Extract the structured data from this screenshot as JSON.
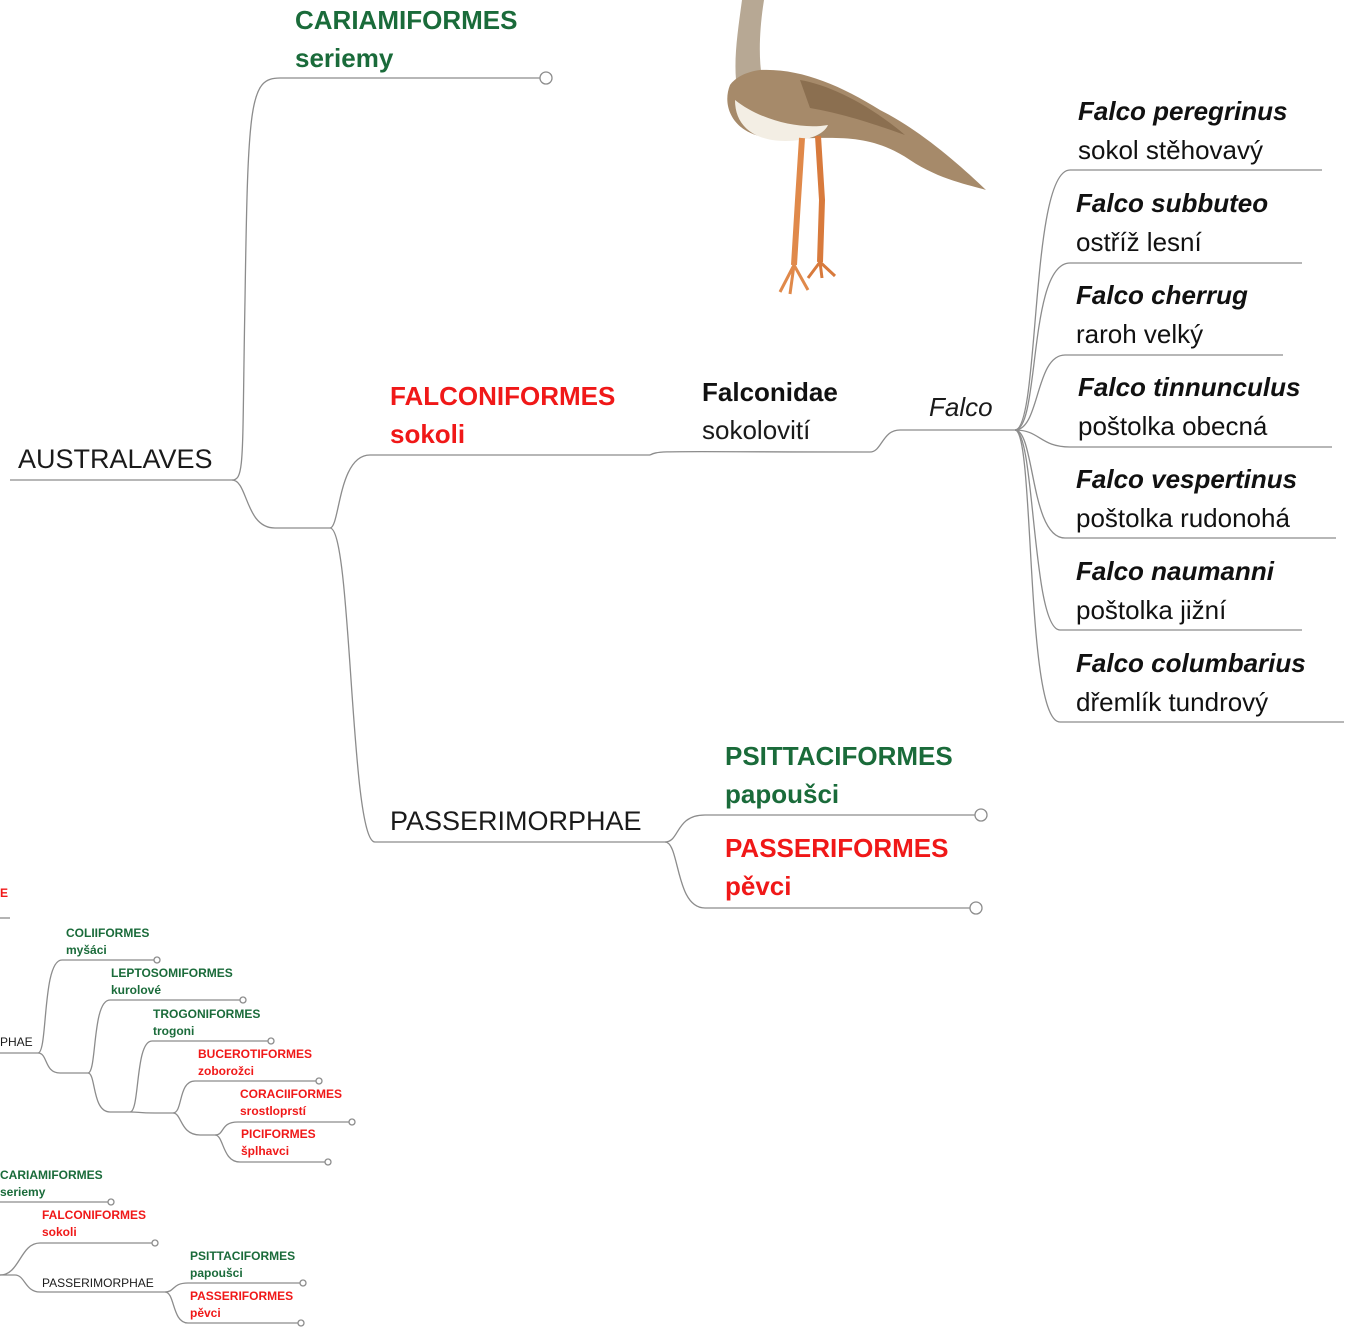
{
  "main": {
    "root": "AUSTRALAVES",
    "cariamiformes": {
      "name": "CARIAMIFORMES",
      "czech": "seriemy"
    },
    "falconiformes": {
      "name": "FALCONIFORMES",
      "czech": "sokoli"
    },
    "falconidae": {
      "name": "Falconidae",
      "czech": "sokolovití"
    },
    "falco_genus": "Falco",
    "species": [
      {
        "sci": "Falco peregrinus",
        "czech": "sokol stěhovavý"
      },
      {
        "sci": "Falco subbuteo",
        "czech": "ostříž lesní"
      },
      {
        "sci": "Falco cherrug",
        "czech": "raroh velký"
      },
      {
        "sci": "Falco tinnunculus",
        "czech": "poštolka obecná"
      },
      {
        "sci": "Falco vespertinus",
        "czech": "poštolka rudonohá"
      },
      {
        "sci": "Falco naumanni",
        "czech": "poštolka jižní"
      },
      {
        "sci": "Falco columbarius",
        "czech": "dřemlík tundrový"
      }
    ],
    "passerimorphae": "PASSERIMORPHAE",
    "psittaciformes": {
      "name": "PSITTACIFORMES",
      "czech": "papoušci"
    },
    "passeriformes": {
      "name": "PASSERIFORMES",
      "czech": "pěvci"
    }
  },
  "mini": {
    "top_cut": "E",
    "phae_cut": "PHAE",
    "coliiformes": {
      "name": "COLIIFORMES",
      "czech": "myšáci"
    },
    "leptosomiformes": {
      "name": "LEPTOSOMIFORMES",
      "czech": "kurolové"
    },
    "trogoniformes": {
      "name": "TROGONIFORMES",
      "czech": "trogoni"
    },
    "bucerotiformes": {
      "name": "BUCEROTIFORMES",
      "czech": "zoborožci"
    },
    "coraciiformes": {
      "name": "CORACIIFORMES",
      "czech": "srostloprstí"
    },
    "piciformes": {
      "name": "PICIFORMES",
      "czech": "šplhavci"
    },
    "cariamiformes": {
      "name": "CARIAMIFORMES",
      "czech": "seriemy"
    },
    "falconiformes": {
      "name": "FALCONIFORMES",
      "czech": "sokoli"
    },
    "passerimorphae": "PASSERIMORPHAE",
    "psittaciformes": {
      "name": "PSITTACIFORMES",
      "czech": "papoušci"
    },
    "passeriformes": {
      "name": "PASSERIFORMES",
      "czech": "pěvci"
    }
  },
  "colors": {
    "green": "#1a6b3a",
    "red": "#f01818",
    "line": "#8c8c8c"
  },
  "illustration": "seriema-bird-illustration"
}
